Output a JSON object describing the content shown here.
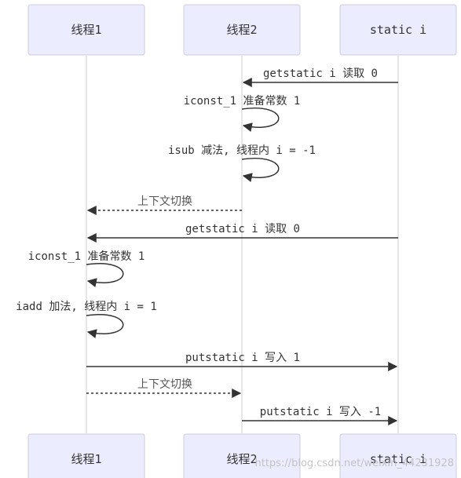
{
  "actors": [
    {
      "id": "t1",
      "label": "线程1"
    },
    {
      "id": "t2",
      "label": "线程2"
    },
    {
      "id": "si",
      "label": "static i"
    }
  ],
  "messages": [
    {
      "from": "si",
      "to": "t2",
      "text": "getstatic i 读取 0",
      "style": "solid",
      "self": false
    },
    {
      "from": "t2",
      "to": "t2",
      "text": "iconst_1 准备常数 1",
      "style": "solid",
      "self": true
    },
    {
      "from": "t2",
      "to": "t2",
      "text": "isub 减法, 线程内 i = -1",
      "style": "solid",
      "self": true
    },
    {
      "from": "t2",
      "to": "t1",
      "text": "上下文切换",
      "style": "dashed",
      "self": false
    },
    {
      "from": "si",
      "to": "t1",
      "text": "getstatic i 读取 0",
      "style": "solid",
      "self": false
    },
    {
      "from": "t1",
      "to": "t1",
      "text": "iconst_1 准备常数 1",
      "style": "solid",
      "self": true
    },
    {
      "from": "t1",
      "to": "t1",
      "text": "iadd 加法, 线程内 i = 1",
      "style": "solid",
      "self": true
    },
    {
      "from": "t1",
      "to": "si",
      "text": "putstatic i 写入 1",
      "style": "solid",
      "self": false
    },
    {
      "from": "t1",
      "to": "t2",
      "text": "上下文切换",
      "style": "dashed",
      "self": false
    },
    {
      "from": "t2",
      "to": "si",
      "text": "putstatic i 写入 -1",
      "style": "solid",
      "self": false
    }
  ],
  "watermark": "https://blog.csdn.net/weixin_44231928",
  "colors": {
    "actor_fill": "#ececff",
    "actor_stroke": "#ccccdd",
    "line": "#333333",
    "lifeline": "#cccccc"
  }
}
